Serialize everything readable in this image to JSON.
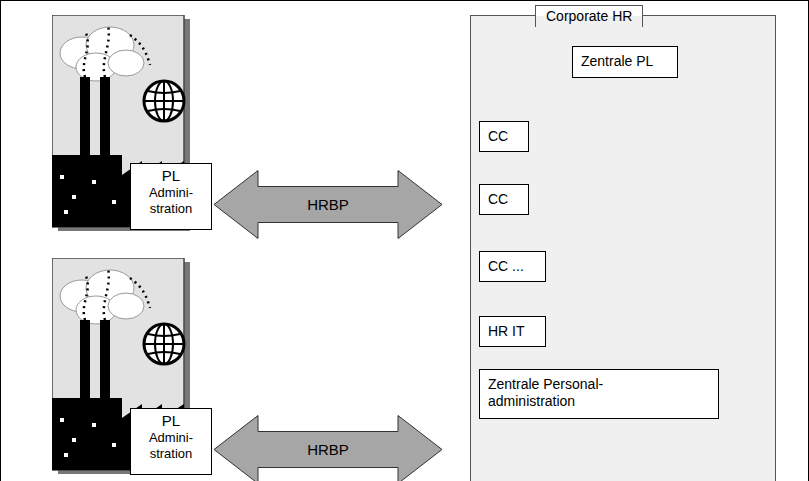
{
  "diagram": {
    "nodes": [
      {
        "text": [
          "PL",
          "Admini- stration"
        ]
      },
      {
        "text": [
          "Corporate HR"
        ]
      },
      {
        "text": [
          "Zentrale PL"
        ],
        "in": 1
      },
      {
        "text": [
          "CC"
        ],
        "in": 1
      },
      {
        "text": [
          "CC"
        ],
        "in": 1
      },
      {
        "text": [
          "CC ..."
        ],
        "in": 1
      },
      {
        "text": [
          "HR IT"
        ],
        "in": 1
      },
      {
        "text": [
          "Zentrale Personal- administration"
        ],
        "in": 1
      },
      {
        "text": [
          "PL",
          "Admini- stration"
        ]
      }
    ],
    "edges": [
      {
        "from": 0,
        "to": 1,
        "label": "HRBP",
        "arrow": "both"
      },
      {
        "from": 8,
        "to": 1,
        "label": "HRBP",
        "arrow": "both"
      }
    ]
  }
}
